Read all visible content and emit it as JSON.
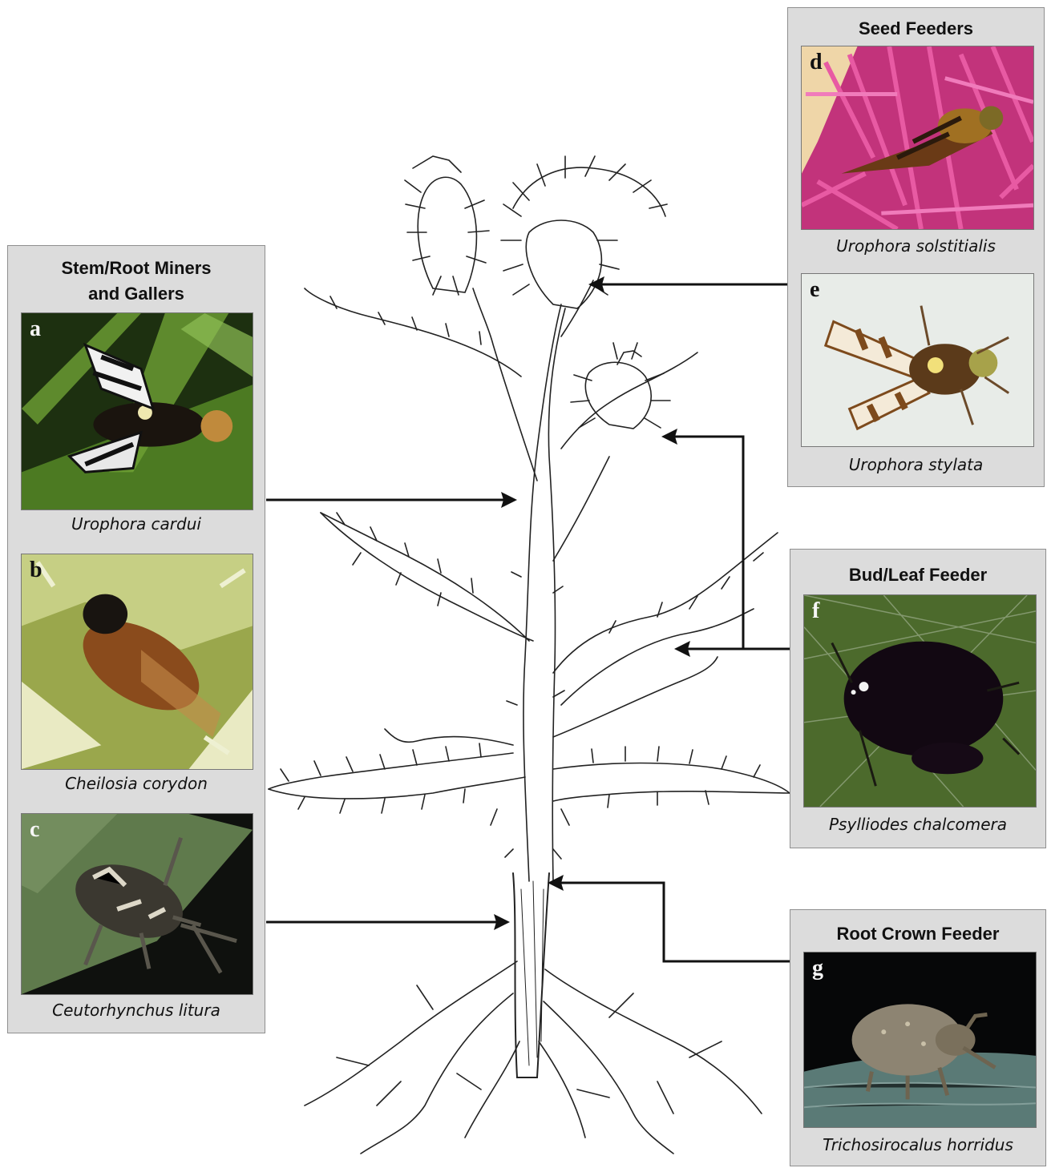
{
  "panels": {
    "stem_root": {
      "title_line1": "Stem/Root Miners",
      "title_line2": "and Gallers",
      "items": [
        {
          "letter": "a",
          "species": "Urophora cardui"
        },
        {
          "letter": "b",
          "species": "Cheilosia corydon"
        },
        {
          "letter": "c",
          "species": "Ceutorhynchus litura"
        }
      ]
    },
    "seed": {
      "title": "Seed Feeders",
      "items": [
        {
          "letter": "d",
          "species": "Urophora solstitialis"
        },
        {
          "letter": "e",
          "species": "Urophora stylata"
        }
      ]
    },
    "bud_leaf": {
      "title": "Bud/Leaf Feeder",
      "items": [
        {
          "letter": "f",
          "species": "Psylliodes chalcomera"
        }
      ]
    },
    "root_crown": {
      "title": "Root Crown Feeder",
      "items": [
        {
          "letter": "g",
          "species": "Trichosirocalus horridus"
        }
      ]
    }
  },
  "colors": {
    "panel_bg": "#dcdcdc",
    "arrow": "#111111",
    "plant_line": "#222222"
  }
}
